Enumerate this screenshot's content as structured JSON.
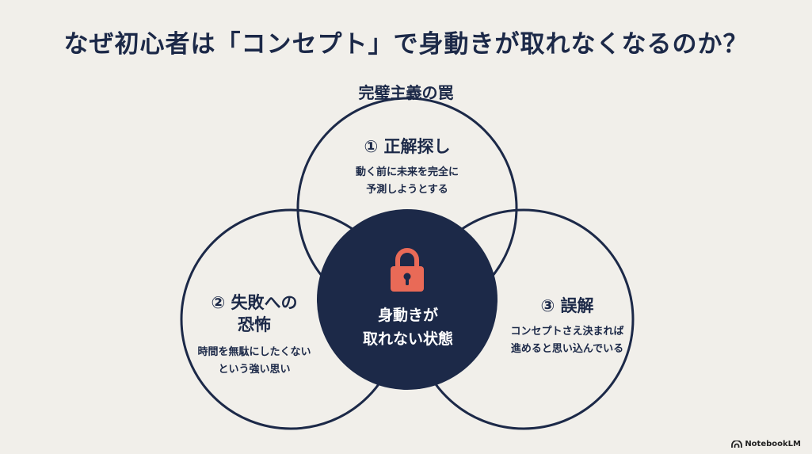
{
  "title": "なぜ初心者は「コンセプト」で身動きが取れなくなるのか？",
  "subtitle": "完璧主義の罠",
  "circles": [
    {
      "heading": "① 正解探し",
      "description_lines": [
        "動く前に未来を完全に",
        "予測しようとする"
      ]
    },
    {
      "heading_lines": [
        "② 失敗への",
        "恐怖"
      ],
      "description_lines": [
        "時間を無駄にしたくない",
        "という強い思い"
      ]
    },
    {
      "heading": "③ 誤解",
      "description_lines": [
        "コンセプトさえ決まれば",
        "進めると思い込んでいる"
      ]
    }
  ],
  "center": {
    "lines": [
      "身動きが",
      "取れない状態"
    ],
    "icon": "lock-icon"
  },
  "brand": {
    "label": "NotebookLM",
    "icon": "notebooklm-logo-icon"
  },
  "colors": {
    "navy": "#1c2948",
    "lock": "#e96a57",
    "background": "#f1efea"
  }
}
